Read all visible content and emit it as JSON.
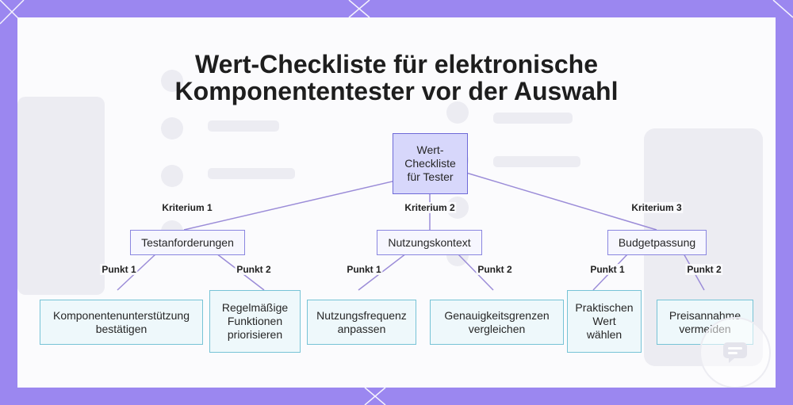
{
  "title": "Wert-Checkliste für elektronische Komponententester vor der Auswahl",
  "root": "Wert-Checkliste für Tester",
  "branches": [
    {
      "label": "Kriterium 1",
      "node": "Testanforderungen",
      "children": [
        {
          "label": "Punkt 1",
          "node": "Komponentenunterstützung bestätigen"
        },
        {
          "label": "Punkt 2",
          "node": "Regelmäßige Funktionen priorisieren"
        }
      ]
    },
    {
      "label": "Kriterium 2",
      "node": "Nutzungskontext",
      "children": [
        {
          "label": "Punkt 1",
          "node": "Nutzungsfrequenz anpassen"
        },
        {
          "label": "Punkt 2",
          "node": "Genauigkeitsgrenzen vergleichen"
        }
      ]
    },
    {
      "label": "Kriterium 3",
      "node": "Budgetpassung",
      "children": [
        {
          "label": "Punkt 1",
          "node": "Praktischen Wert wählen"
        },
        {
          "label": "Punkt 2",
          "node": "Preisannahme vermeiden"
        }
      ]
    }
  ],
  "colors": {
    "background": "#9b87f0",
    "root_fill": "#d7d7fb",
    "root_border": "#6e6ad8",
    "level1_border": "#8a86e0",
    "leaf_fill": "#eef8fb",
    "leaf_border": "#77c3d6",
    "link": "#9b8cd8"
  },
  "icons": {
    "watermark": "chat-bubble-icon"
  }
}
